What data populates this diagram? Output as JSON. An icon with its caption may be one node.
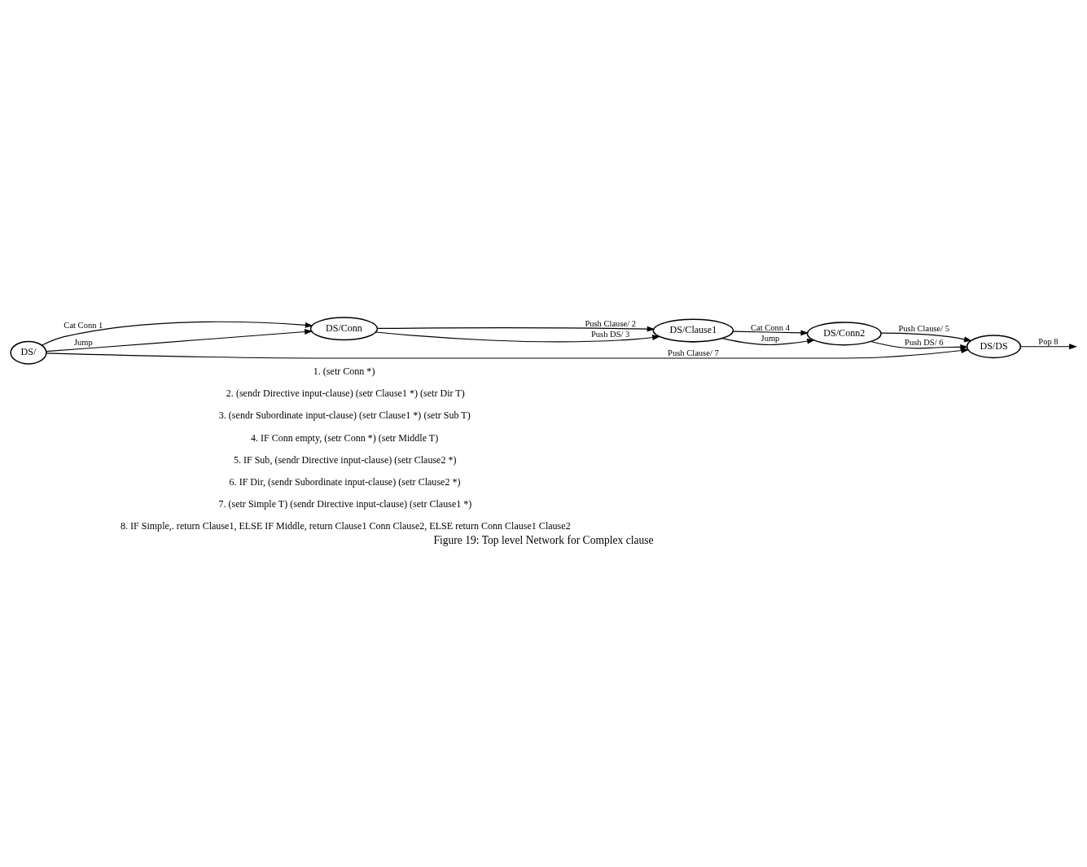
{
  "diagram": {
    "caption": "Figure 19: Top level Network for Complex clause",
    "nodes": [
      {
        "text": [
          "DS/"
        ]
      },
      {
        "text": [
          "DS/Conn"
        ]
      },
      {
        "text": [
          "DS/Clause1"
        ]
      },
      {
        "text": [
          "DS/Conn2"
        ]
      },
      {
        "text": [
          "DS/DS"
        ]
      }
    ],
    "edges": [
      {
        "from": 0,
        "to": 1,
        "arrow": "to",
        "label": "Cat Conn 1"
      },
      {
        "from": 1,
        "to": 2,
        "arrow": "to",
        "label": "Push Clause/ 2"
      },
      {
        "from": 0,
        "to": 1,
        "arrow": "to",
        "label": "Jump"
      },
      {
        "from": 1,
        "to": 2,
        "arrow": "to",
        "label": "Push DS/ 3"
      },
      {
        "from": 2,
        "to": 3,
        "arrow": "to",
        "label": "Cat Conn 4"
      },
      {
        "from": 3,
        "to": 4,
        "arrow": "to",
        "label": "Push Clause/ 5"
      },
      {
        "from": 3,
        "to": 4,
        "arrow": "to",
        "label": "Push DS/ 6"
      },
      {
        "from": 2,
        "to": 3,
        "arrow": "to",
        "label": "Jump"
      },
      {
        "from": 0,
        "to": 4,
        "arrow": "to",
        "label": "Push Clause/ 7"
      },
      {
        "from": 4,
        "to": null,
        "arrow": "to",
        "label": "Pop 8"
      }
    ],
    "labels": [
      "1. (setr Conn *)",
      "2. (sendr Directive input-clause) (setr Clause1 *) (setr Dir T)",
      "3. (sendr Subordinate input-clause) (setr Clause1 *) (setr Sub T)",
      "4. IF Conn empty, (setr Conn *) (setr Middle T)",
      "5. IF Sub, (sendr Directive input-clause) (setr Clause2 *)",
      "6. IF Dir, (sendr Subordinate input-clause) (setr Clause2 *)",
      "7. (setr Simple T) (sendr Directive input-clause) (setr Clause1 *)",
      "8. IF Simple,. return Clause1, ELSE IF Middle, return Clause1 Conn Clause2, ELSE return Conn Clause1 Clause2"
    ]
  }
}
